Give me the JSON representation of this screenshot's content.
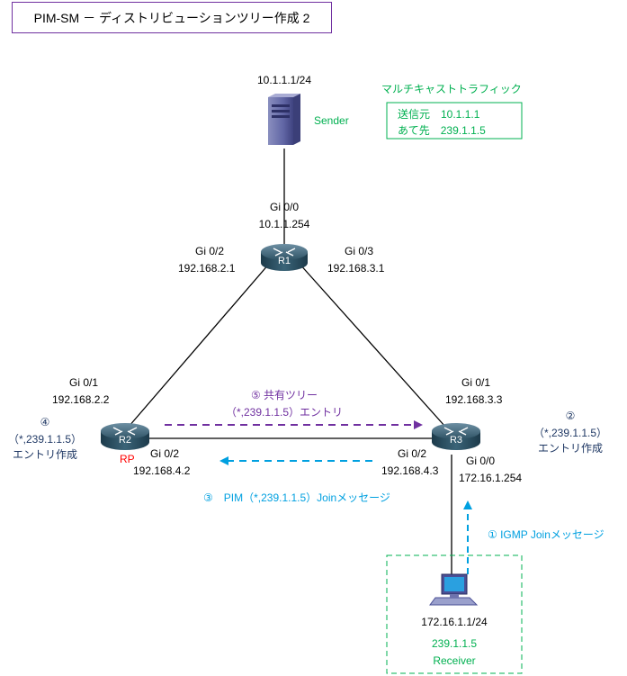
{
  "title": "PIM-SM － ディストリビューションツリー作成 2",
  "sender": {
    "ip": "10.1.1.1/24",
    "label": "Sender"
  },
  "multicast_info": {
    "heading": "マルチキャストトラフィック",
    "row1": "送信元　10.1.1.1",
    "row2": "あて先　239.1.1.5"
  },
  "r1": {
    "name": "R1",
    "gi00": "Gi 0/0",
    "gi00_ip": "10.1.1.254",
    "gi02": "Gi 0/2",
    "gi02_ip": "192.168.2.1",
    "gi03": "Gi 0/3",
    "gi03_ip": "192.168.3.1"
  },
  "r2": {
    "name": "R2",
    "role": "RP",
    "gi01": "Gi 0/1",
    "gi01_ip": "192.168.2.2",
    "gi02": "Gi 0/2",
    "gi02_ip": "192.168.4.2"
  },
  "r3": {
    "name": "R3",
    "gi01": "Gi 0/1",
    "gi01_ip": "192.168.3.3",
    "gi02": "Gi 0/2",
    "gi02_ip": "192.168.4.3",
    "gi00": "Gi 0/0",
    "gi00_ip": "172.16.1.254"
  },
  "step1": "① IGMP Joinメッセージ",
  "step2": {
    "num": "②",
    "entry": "（*,239.1.1.5）",
    "action": "エントリ作成"
  },
  "step3": "③　PIM（*,239.1.1.5）Joinメッセージ",
  "step4": {
    "num": "④",
    "entry": "（*,239.1.1.5）",
    "action": "エントリ作成"
  },
  "step5": {
    "heading": "⑤ 共有ツリー",
    "entry": "（*,239.1.1.5）エントリ"
  },
  "receiver": {
    "ip": "172.16.1.1/24",
    "group": "239.1.1.5",
    "label": "Receiver"
  },
  "colors": {
    "green": "#00b050",
    "purple": "#7030a0",
    "cyan": "#00a0e0",
    "navy": "#1f3864",
    "red": "#ff0000"
  }
}
